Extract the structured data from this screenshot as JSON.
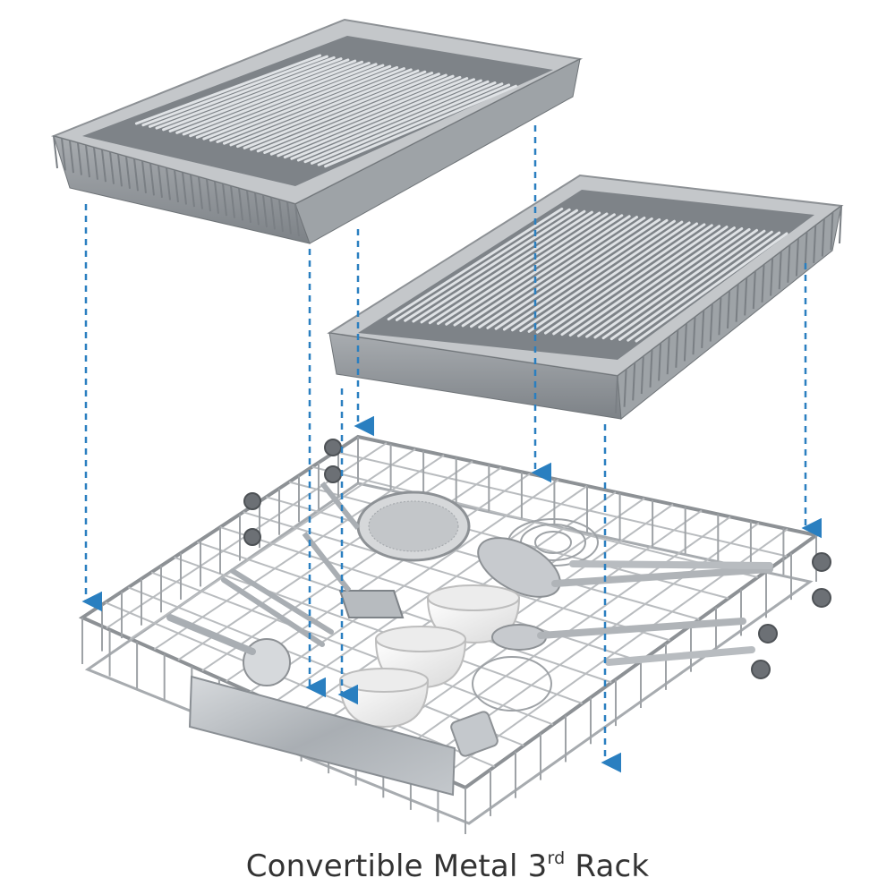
{
  "caption": {
    "prefix": "Convertible Metal 3",
    "superscript": "rd",
    "suffix": " Rack"
  },
  "colors": {
    "tray": "#9ea3a7",
    "tray_dark": "#6f7478",
    "tray_light": "#c9cccf",
    "wire": "#b9bcbf",
    "wire_dark": "#8d9195",
    "arrow": "#2a7fc0",
    "ceramic": "#f2f2f2",
    "handle": "#b8bcc0",
    "caption_text": "#333333"
  },
  "scene": {
    "objects": [
      "left-cutlery-tray",
      "right-cutlery-tray",
      "wire-rack",
      "steel-front-handle",
      "strainer",
      "whisk",
      "slotted-spoon",
      "spatula",
      "pizza-cutter",
      "tongs",
      "teacups",
      "ladle",
      "kitchen-utensils",
      "guide-arrows"
    ]
  }
}
